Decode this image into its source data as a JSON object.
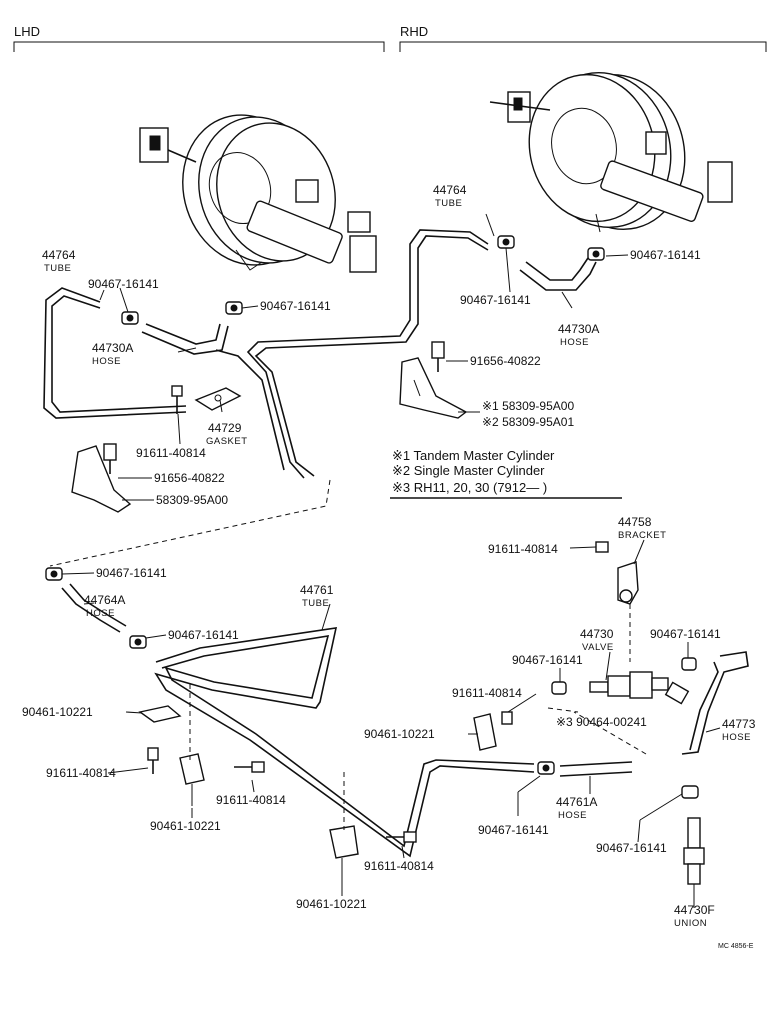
{
  "sections": {
    "lhd": "LHD",
    "rhd": "RHD"
  },
  "labels": {
    "rhd_tube_num": "44764",
    "rhd_tube_sub": "TUBE",
    "rhd_clamp_right": "90467-16141",
    "rhd_clamp_left": "90467-16141",
    "rhd_hose_num": "44730A",
    "rhd_hose_sub": "HOSE",
    "rhd_bolt": "91656-40822",
    "rhd_bracket_a": "※1  58309-95A00",
    "rhd_bracket_b": "※2  58309-95A01",
    "lhd_tube_num": "44764",
    "lhd_tube_sub": "TUBE",
    "lhd_clamp_a": "90467-16141",
    "lhd_clamp_b": "90467-16141",
    "lhd_hose_num": "44730A",
    "lhd_hose_sub": "HOSE",
    "lhd_gasket_num": "44729",
    "lhd_gasket_sub": "GASKET",
    "lhd_screw": "91611-40814",
    "lhd_bolt": "91656-40822",
    "lhd_bracket": "58309-95A00",
    "note_1": "※1 Tandem Master Cylinder",
    "note_2": "※2 Single Master Cylinder",
    "note_3": "※3 RH11, 20, 30 (7912—        )",
    "bracket_num": "44758",
    "bracket_sub": "BRACKET",
    "bracket_screw": "91611-40814",
    "low_clamp_1": "90467-16141",
    "low_hose_num": "44764A",
    "low_hose_sub": "HOSE",
    "low_tube_num": "44761",
    "low_tube_sub": "TUBE",
    "low_clamp_2": "90467-16141",
    "valve_num": "44730",
    "valve_sub": "VALVE",
    "valve_clamp_right": "90467-16141",
    "valve_clamp_left": "90467-16141",
    "valve_screw": "91611-40814",
    "valve_clip": "90461-10221",
    "valve_sensor": "※3 90464-00241",
    "hose_44773_num": "44773",
    "hose_44773_sub": "HOSE",
    "low_clip_1": "90461-10221",
    "low_screw_1": "91611-40814",
    "low_screw_2": "91611-40814",
    "low_clip_2": "90461-10221",
    "hose_a_num": "44761A",
    "hose_a_sub": "HOSE",
    "hose_a_clamp": "90467-16141",
    "low_screw_3": "91611-40814",
    "low_clip_3": "90461-10221",
    "union_clamp": "90467-16141",
    "union_num": "44730F",
    "union_sub": "UNION",
    "code": "MC  4856-E"
  }
}
